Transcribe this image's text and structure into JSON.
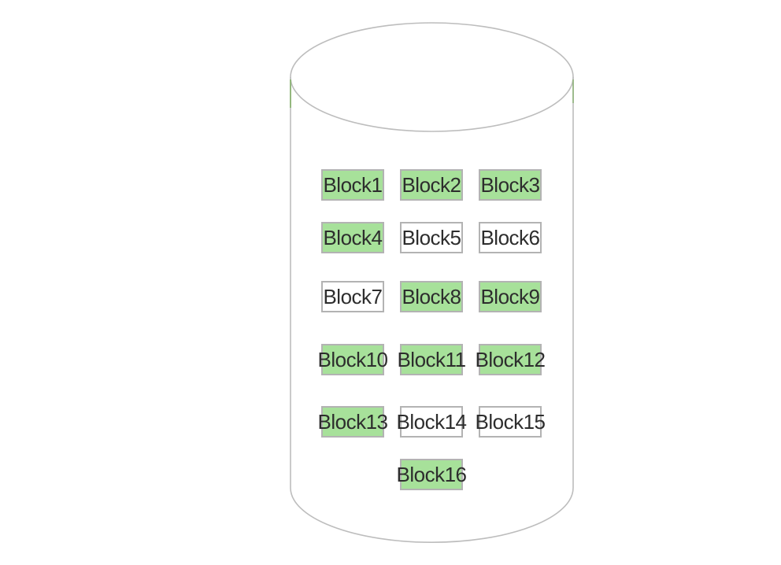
{
  "diagram": {
    "type": "storage-cylinder",
    "blocks": [
      {
        "label": "Block1",
        "filled": true
      },
      {
        "label": "Block2",
        "filled": true
      },
      {
        "label": "Block3",
        "filled": true
      },
      {
        "label": "Block4",
        "filled": true
      },
      {
        "label": "Block5",
        "filled": false
      },
      {
        "label": "Block6",
        "filled": false
      },
      {
        "label": "Block7",
        "filled": false
      },
      {
        "label": "Block8",
        "filled": true
      },
      {
        "label": "Block9",
        "filled": true
      },
      {
        "label": "Block10",
        "filled": true
      },
      {
        "label": "Block11",
        "filled": true
      },
      {
        "label": "Block12",
        "filled": true
      },
      {
        "label": "Block13",
        "filled": true
      },
      {
        "label": "Block14",
        "filled": false
      },
      {
        "label": "Block15",
        "filled": false
      },
      {
        "label": "Block16",
        "filled": true
      }
    ],
    "colors": {
      "block_fill_filled": "#a7e19a",
      "block_fill_empty": "#ffffff",
      "block_border": "#b3b3b3",
      "block_text": "#2d2d2d",
      "cylinder_stroke": "#bdbdbd",
      "edge_mark": "#82b366",
      "background": "#ffffff"
    }
  }
}
